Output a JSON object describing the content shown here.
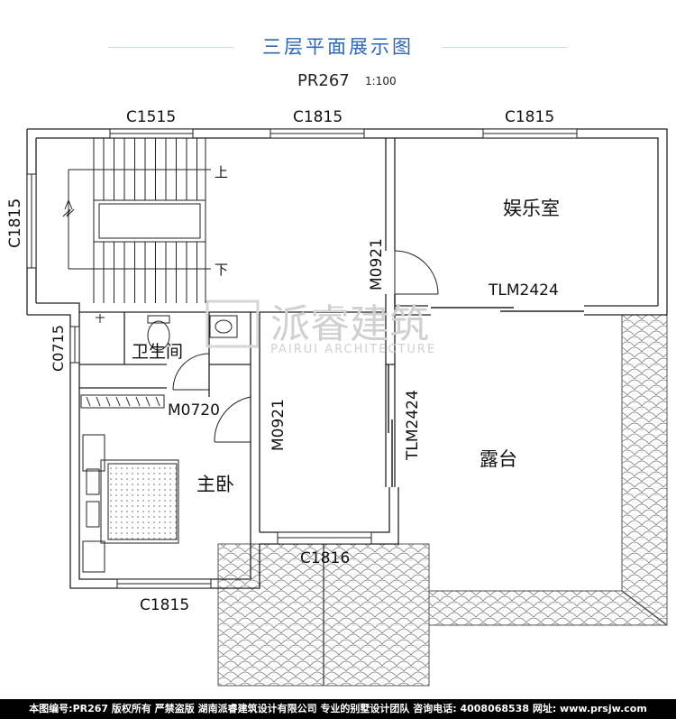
{
  "header": {
    "title": "三层平面展示图",
    "plan_code": "PR267",
    "scale": "1:100"
  },
  "rooms": {
    "entertainment": "娱乐室",
    "bathroom": "卫生间",
    "master_bedroom": "主卧",
    "terrace": "露台"
  },
  "stairs": {
    "up": "上",
    "down": "下"
  },
  "windows": {
    "top_left": "C1515",
    "top_middle": "C1815",
    "top_right": "C1815",
    "left_stair": "C1815",
    "left_bath": "C0715",
    "bottom_bedroom": "C1815",
    "bottom_middle": "C1816"
  },
  "doors": {
    "entertainment_door": "M0921",
    "entertainment_slider": "TLM2424",
    "bath_door": "M0720",
    "bedroom_door": "M0921",
    "terrace_slider": "TLM2424"
  },
  "watermark": {
    "brand": "派睿建筑",
    "sub": "PAIRUI ARCHITECTURE"
  },
  "footer": {
    "text": "本图编号:PR267 版权所有 严禁盗版 湖南派睿建筑设计有限公司 专业的别墅设计团队 咨询电话: 4008068538 网址: www.prsjw.com"
  },
  "colors": {
    "title": "#2f68b5",
    "wall": "#222222",
    "background": "#ffffff"
  }
}
